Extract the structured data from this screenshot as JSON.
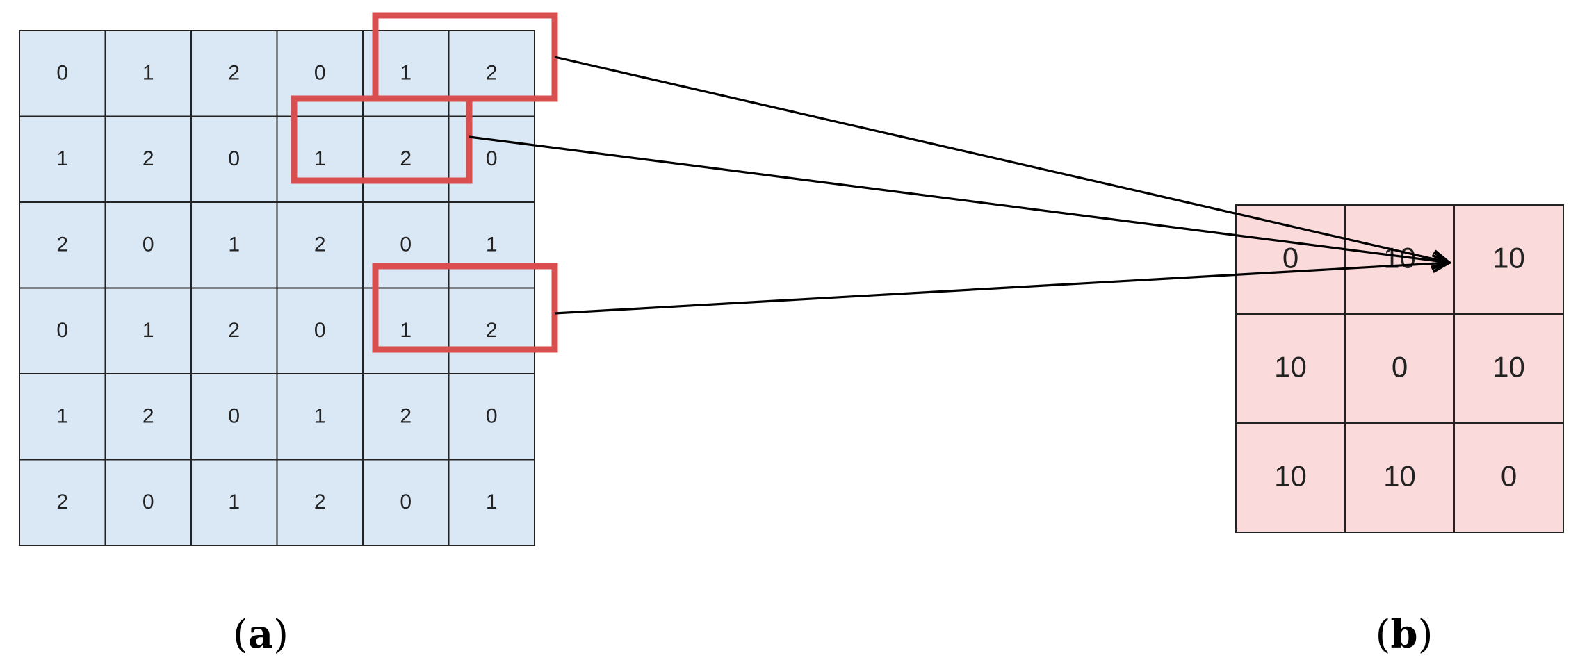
{
  "grid_a": {
    "rows": [
      [
        "0",
        "1",
        "2",
        "0",
        "1",
        "2"
      ],
      [
        "1",
        "2",
        "0",
        "1",
        "2",
        "0"
      ],
      [
        "2",
        "0",
        "1",
        "2",
        "0",
        "1"
      ],
      [
        "0",
        "1",
        "2",
        "0",
        "1",
        "2"
      ],
      [
        "1",
        "2",
        "0",
        "1",
        "2",
        "0"
      ],
      [
        "2",
        "0",
        "1",
        "2",
        "0",
        "1"
      ]
    ],
    "fill": "#dae8f5",
    "stroke": "#222222"
  },
  "grid_b": {
    "rows": [
      [
        "0",
        "10",
        "10"
      ],
      [
        "10",
        "0",
        "10"
      ],
      [
        "10",
        "10",
        "0"
      ]
    ],
    "fill": "#fadada",
    "stroke": "#222222"
  },
  "highlight_color": "#d94f4f",
  "captions": {
    "a_open": "(",
    "a_letter": "a",
    "a_close": ")",
    "b_open": "(",
    "b_letter": "b",
    "b_close": ")"
  }
}
